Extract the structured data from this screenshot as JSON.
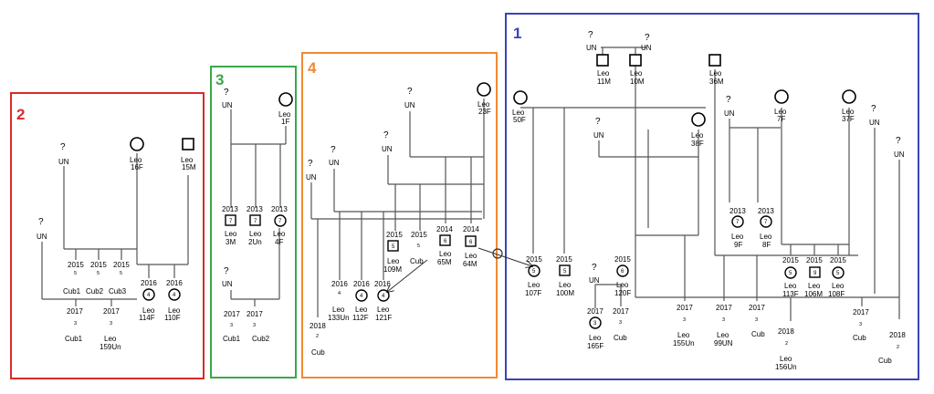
{
  "colors": {
    "group1": "#3b43b8",
    "group2": "#d92a2a",
    "group3": "#3ba84a",
    "group4": "#f08a32",
    "lines": "#555555",
    "symbols": "#000000"
  },
  "groups": {
    "g1": {
      "label": "1"
    },
    "g2": {
      "label": "2"
    },
    "g3": {
      "label": "3"
    },
    "g4": {
      "label": "4"
    }
  },
  "g2": {
    "un_a": {
      "q": "?",
      "name": "UN"
    },
    "un_b": {
      "q": "?",
      "name": "UN"
    },
    "leo16": {
      "name": "Leo",
      "id": "16F"
    },
    "leo15": {
      "name": "Leo",
      "id": "15M"
    },
    "litter2015": {
      "year": "2015",
      "size": "5"
    },
    "cub1": "Cub1",
    "cub2": "Cub2",
    "cub3": "Cub3",
    "litter2016a": {
      "year": "2016",
      "num": "4",
      "name": "Leo",
      "id": "114F"
    },
    "litter2016b": {
      "year": "2016",
      "num": "4",
      "name": "Leo",
      "id": "110F"
    },
    "litter2017a": {
      "year": "2017",
      "size": "3",
      "name": "Cub1"
    },
    "litter2017b": {
      "year": "2017",
      "size": "3",
      "name": "Leo",
      "id": "159Un"
    }
  },
  "g3": {
    "un_a": {
      "q": "?",
      "name": "UN"
    },
    "leo1": {
      "name": "Leo",
      "id": "1F"
    },
    "n3m": {
      "year": "2013",
      "num": "7",
      "name": "Leo",
      "id": "3M"
    },
    "n2un": {
      "year": "2013",
      "num": "7",
      "name": "Leo",
      "id": "2Un"
    },
    "n4f": {
      "year": "2013",
      "num": "7",
      "name": "Leo",
      "id": "4F"
    },
    "un_b": {
      "q": "?",
      "name": "UN"
    },
    "litter2017a": {
      "year": "2017",
      "size": "3",
      "name": "Cub1"
    },
    "litter2017b": {
      "year": "2017",
      "size": "3",
      "name": "Cub2"
    }
  },
  "g4": {
    "un_top": {
      "q": "?",
      "name": "UN"
    },
    "leo23": {
      "name": "Leo",
      "id": "23F"
    },
    "un_b": {
      "q": "?",
      "name": "UN"
    },
    "un_c": {
      "q": "?",
      "name": "UN"
    },
    "un_d": {
      "q": "?",
      "name": "UN"
    },
    "litter2015a": {
      "year": "2015",
      "num": "5",
      "name": "Leo",
      "id": "109M"
    },
    "litter2015b": {
      "year": "2015",
      "size": "5",
      "name": "Cub"
    },
    "n65": {
      "year": "2014",
      "num": "6",
      "name": "Leo",
      "id": "65M"
    },
    "n64": {
      "year": "2014",
      "num": "6",
      "name": "Leo",
      "id": "64M"
    },
    "l2016a": {
      "year": "2016",
      "size": "4",
      "name": "Leo",
      "id": "133Un"
    },
    "l2016b": {
      "year": "2016",
      "num": "4",
      "name": "Leo",
      "id": "112F"
    },
    "l2016c": {
      "year": "2016",
      "num": "4",
      "name": "Leo",
      "id": "121F"
    },
    "l2018": {
      "year": "2018",
      "size": "2",
      "name": "Cub"
    }
  },
  "g1": {
    "un_tl": {
      "q": "?",
      "name": "UN"
    },
    "un_tr": {
      "q": "?",
      "name": "UN"
    },
    "leo11": {
      "name": "Leo",
      "id": "11M"
    },
    "leo10": {
      "name": "Leo",
      "id": "10M"
    },
    "leo36": {
      "name": "Leo",
      "id": "36M"
    },
    "leo50": {
      "name": "Leo",
      "id": "50F"
    },
    "un_a": {
      "q": "?",
      "name": "UN"
    },
    "leo38": {
      "name": "Leo",
      "id": "38F"
    },
    "un_b": {
      "q": "?",
      "name": "UN"
    },
    "leo7": {
      "name": "Leo",
      "id": "7F"
    },
    "leo37": {
      "name": "Leo",
      "id": "37F"
    },
    "un_c": {
      "q": "?",
      "name": "UN"
    },
    "un_d": {
      "q": "?",
      "name": "UN"
    },
    "n9f": {
      "year": "2013",
      "num": "7",
      "name": "Leo",
      "id": "9F"
    },
    "n8f": {
      "year": "2013",
      "num": "7",
      "name": "Leo",
      "id": "8F"
    },
    "n107": {
      "year": "2015",
      "num": "5",
      "name": "Leo",
      "id": "107F"
    },
    "n100": {
      "year": "2015",
      "num": "5",
      "name": "Leo",
      "id": "100M"
    },
    "n120": {
      "year": "2015",
      "num": "6",
      "name": "Leo",
      "id": "120F"
    },
    "un_e": {
      "q": "?",
      "name": "UN"
    },
    "n165": {
      "year": "2017",
      "num": "3",
      "name": "Leo",
      "id": "165F"
    },
    "l2017cub": {
      "year": "2017",
      "size": "3",
      "name": "Cub"
    },
    "n113": {
      "year": "2015",
      "num": "5",
      "name": "Leo",
      "id": "113F"
    },
    "n106": {
      "year": "2015",
      "num": "9",
      "name": "Leo",
      "id": "106M"
    },
    "n108": {
      "year": "2015",
      "num": "5",
      "name": "Leo",
      "id": "108F"
    },
    "l155": {
      "year": "2017",
      "size": "3",
      "name": "Leo",
      "id": "155Un"
    },
    "l99": {
      "year": "2017",
      "size": "3",
      "name": "Leo",
      "id": "99UN"
    },
    "l2017cub2": {
      "year": "2017",
      "size": "3",
      "name": "Cub"
    },
    "l156": {
      "year": "2018",
      "size": "2",
      "name": "Leo",
      "id": "156Un"
    },
    "l2017cub3": {
      "year": "2017",
      "size": "3",
      "name": "Cub"
    },
    "l2018cub": {
      "year": "2018",
      "size": "2",
      "name": "Cub"
    }
  }
}
